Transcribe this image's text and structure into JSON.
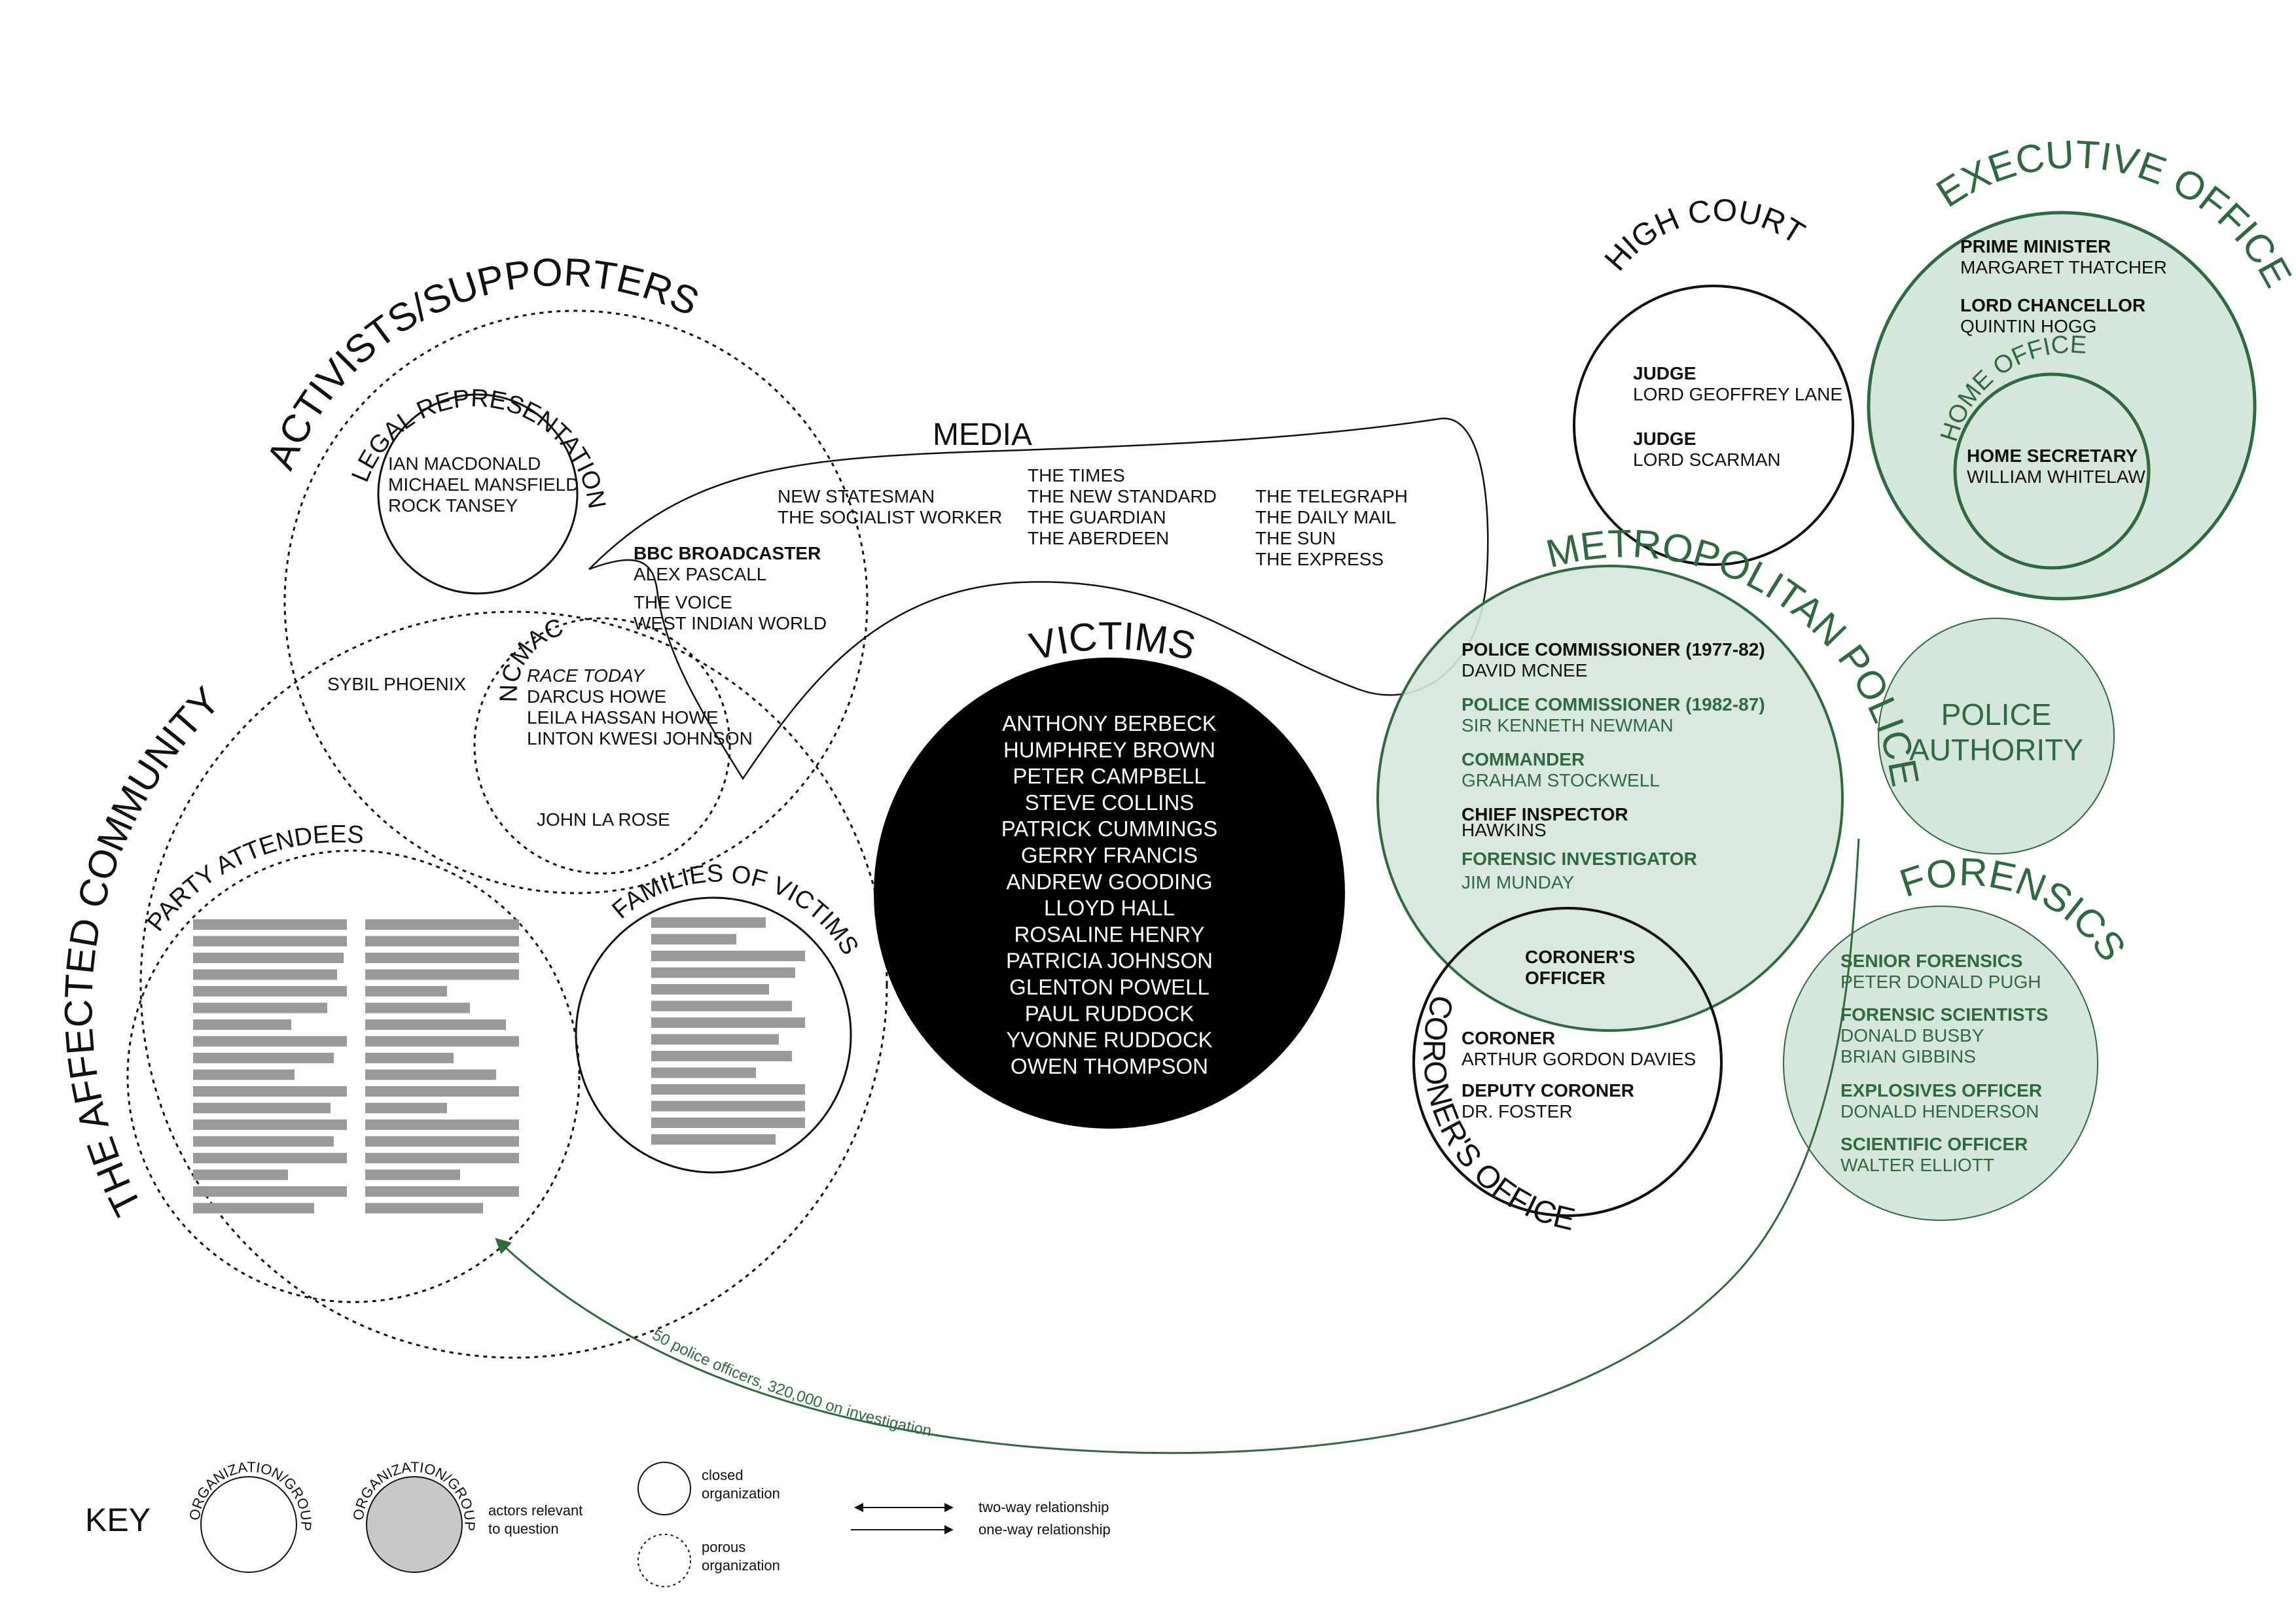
{
  "activists": {
    "title": "ACTIVISTS/SUPPORTERS",
    "sybil": "SYBIL PHOENIX",
    "john": "JOHN LA ROSE",
    "bbc_role": "BBC BROADCASTER",
    "bbc_name": "ALEX PASCALL",
    "voice_1": "THE VOICE",
    "voice_2": "WEST INDIAN WORLD"
  },
  "legal": {
    "title": "LEGAL REPRESENTATION",
    "names": [
      "IAN MACDONALD",
      "MICHAEL MANSFIELD",
      "ROCK TANSEY"
    ]
  },
  "ncmac": {
    "title": "NCMAC",
    "race_today": "RACE TODAY",
    "names": [
      "DARCUS HOWE",
      "LEILA HASSAN HOWE",
      "LINTON KWESI JOHNSON"
    ]
  },
  "community": {
    "title": "THE AFFECTED COMMUNITY"
  },
  "party": {
    "title": "PARTY ATTENDEES"
  },
  "families": {
    "title": "FAMILIES OF VICTIMS"
  },
  "media": {
    "title": "MEDIA",
    "col1": [
      "NEW STATESMAN",
      "THE SOCIALIST WORKER"
    ],
    "col2": [
      "THE TIMES",
      "THE NEW STANDARD",
      "THE GUARDIAN",
      "THE ABERDEEN"
    ],
    "col3": [
      "THE TELEGRAPH",
      "THE DAILY MAIL",
      "THE SUN",
      "THE EXPRESS"
    ]
  },
  "victims": {
    "title": "VICTIMS",
    "names": [
      "ANTHONY BERBECK",
      "HUMPHREY BROWN",
      "PETER CAMPBELL",
      "STEVE COLLINS",
      "PATRICK CUMMINGS",
      "GERRY FRANCIS",
      "ANDREW GOODING",
      "LLOYD HALL",
      "ROSALINE HENRY",
      "PATRICIA JOHNSON",
      "GLENTON POWELL",
      "PAUL RUDDOCK",
      "YVONNE RUDDOCK",
      "OWEN THOMPSON"
    ]
  },
  "high_court": {
    "title": "HIGH COURT",
    "judge1_role": "JUDGE",
    "judge1_name": "LORD GEOFFREY LANE",
    "judge2_role": "JUDGE",
    "judge2_name": "LORD SCARMAN"
  },
  "executive": {
    "title": "EXECUTIVE OFFICE",
    "pm_role": "PRIME MINISTER",
    "pm_name": "MARGARET THATCHER",
    "lc_role": "LORD CHANCELLOR",
    "lc_name": "QUINTIN HOGG",
    "home_title": "HOME OFFICE",
    "hs_role": "HOME SECRETARY",
    "hs_name": "WILLIAM WHITELAW"
  },
  "met": {
    "title": "METROPOLITAN POLICE",
    "pc1_role": "POLICE COMMISSIONER (1977-82)",
    "pc1_name": "DAVID MCNEE",
    "pc2_role": "POLICE COMMISSIONER (1982-87)",
    "pc2_name": "SIR KENNETH NEWMAN",
    "cmd_role": "COMMANDER",
    "cmd_name": "GRAHAM STOCKWELL",
    "ci_role": "CHIEF INSPECTOR",
    "ci_name": "HAWKINS",
    "fi_role": "FORENSIC INVESTIGATOR",
    "fi_name": "JIM MUNDAY"
  },
  "police_authority": {
    "line1": "POLICE",
    "line2": "AUTHORITY"
  },
  "coroner": {
    "title": "CORONER'S OFFICE",
    "officer_1": "CORONER'S",
    "officer_2": "OFFICER",
    "c_role": "CORONER",
    "c_name": "ARTHUR GORDON DAVIES",
    "dc_role": "DEPUTY CORONER",
    "dc_name": "DR. FOSTER"
  },
  "forensics": {
    "title": "FORENSICS",
    "sf_role": "SENIOR FORENSICS",
    "sf_name": "PETER DONALD PUGH",
    "fs_role": "FORENSIC SCIENTISTS",
    "fs_name1": "DONALD BUSBY",
    "fs_name2": "BRIAN GIBBINS",
    "eo_role": "EXPLOSIVES OFFICER",
    "eo_name": "DONALD HENDERSON",
    "so_role": "SCIENTIFIC OFFICER",
    "so_name": "WALTER ELLIOTT"
  },
  "arrow_label": "50 police officers, 320,000 on investigation",
  "key": {
    "title": "KEY",
    "org_open": "ORGANIZATION/GROUP",
    "org_filled": "ORGANIZATION/GROUP",
    "actors_1": "actors relevant",
    "actors_2": "to question",
    "closed_1": "closed",
    "closed_2": "organization",
    "porous_1": "porous",
    "porous_2": "organization",
    "two_way": "two-way relationship",
    "one_way": "one-way relationship"
  },
  "colors": {
    "green": "#2d6b3f",
    "green_fill": "#d5e7db",
    "gray_bar": "#9a9a9a",
    "key_fill": "#c8c8c8"
  }
}
